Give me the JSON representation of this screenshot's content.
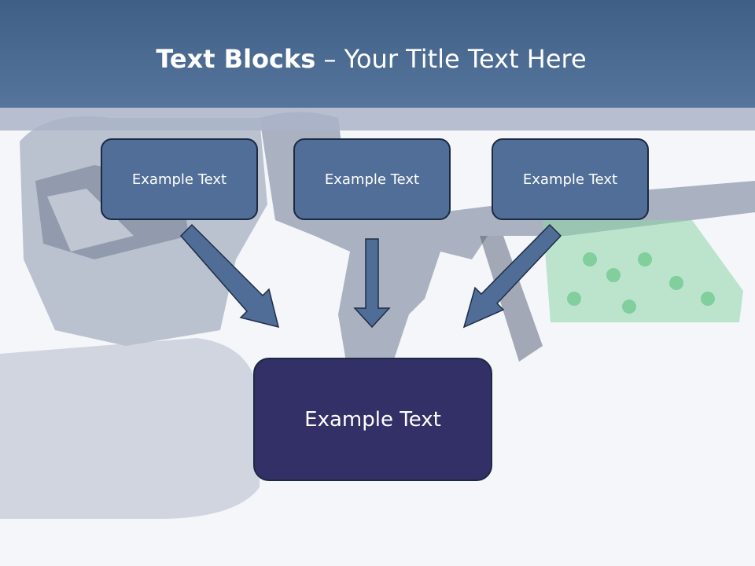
{
  "slide": {
    "title_bold": "Text Blocks",
    "title_dash": " – ",
    "title_rest": "Your Title Text Here"
  },
  "blocks": [
    {
      "label": "Example Text"
    },
    {
      "label": "Example Text"
    },
    {
      "label": "Example Text"
    }
  ],
  "target": {
    "label": "Example Text"
  },
  "colors": {
    "header": "#4a6a93",
    "block_fill": "#506e97",
    "target_fill": "#323066",
    "arrow_fill": "#4f6d96"
  }
}
